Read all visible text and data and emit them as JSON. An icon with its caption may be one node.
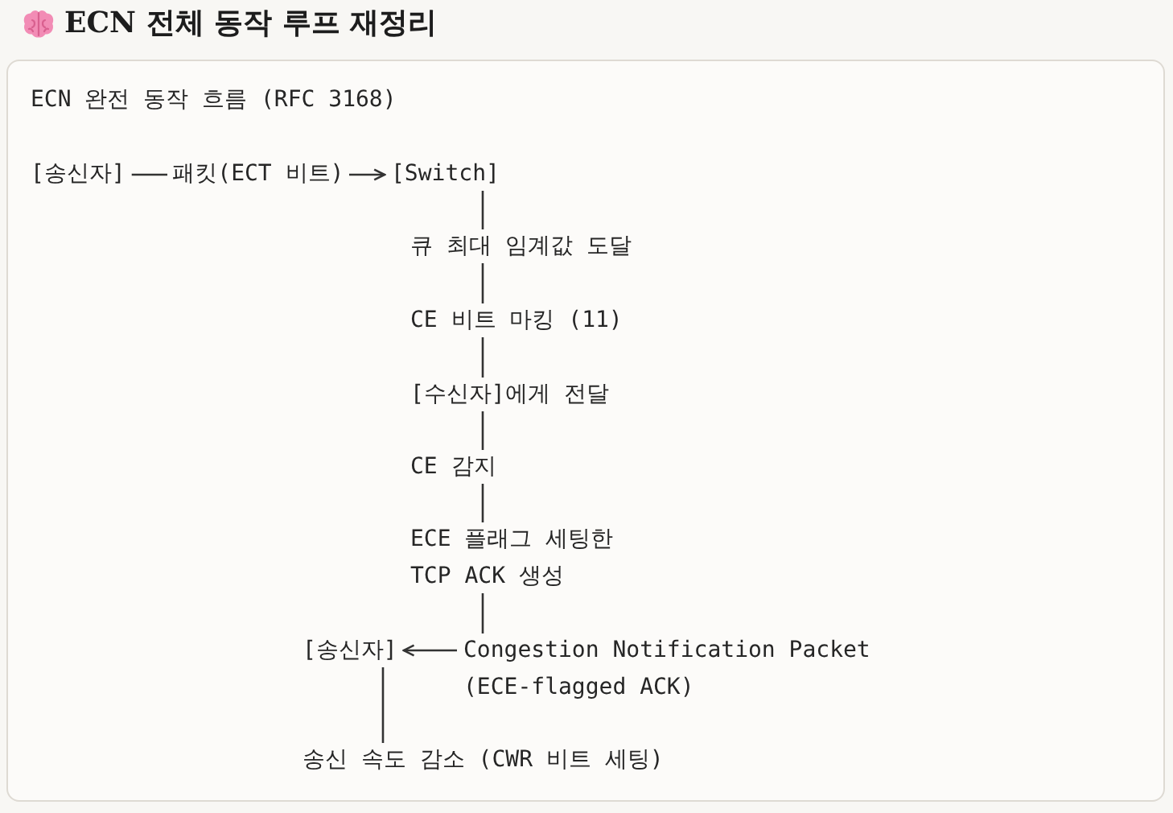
{
  "diagram": {
    "title": "ECN 전체 동작 루프 재정리",
    "nodes": [
      {
        "text": [
          "[송신자]"
        ]
      },
      {
        "text": [
          "[Switch]"
        ]
      },
      {
        "text": [
          "큐 최대 임계값 도달"
        ]
      },
      {
        "text": [
          "CE 비트 마킹 (11)"
        ]
      },
      {
        "text": [
          "[수신자]에게 전달"
        ]
      },
      {
        "text": [
          "CE 감지"
        ]
      },
      {
        "text": [
          "ECE 플래그 세팅한 TCP ACK 생성"
        ]
      },
      {
        "text": [
          "Congestion Notification Packet (ECE-flagged ACK)"
        ]
      },
      {
        "text": [
          "[송신자]"
        ]
      },
      {
        "text": [
          "송신 속도 감소 (CWR 비트 세팅)"
        ]
      }
    ],
    "edges": [
      {
        "from": 0,
        "to": 1,
        "arrow": "to",
        "label": "패킷(ECT 비트)"
      },
      {
        "from": 1,
        "to": 2,
        "arrow": "none"
      },
      {
        "from": 2,
        "to": 3,
        "arrow": "none"
      },
      {
        "from": 3,
        "to": 4,
        "arrow": "none"
      },
      {
        "from": 4,
        "to": 5,
        "arrow": "none"
      },
      {
        "from": 5,
        "to": 6,
        "arrow": "none"
      },
      {
        "from": 6,
        "to": 7,
        "arrow": "none"
      },
      {
        "from": 7,
        "to": 8,
        "arrow": "to"
      },
      {
        "from": 8,
        "to": 9,
        "arrow": "none"
      }
    ],
    "labels": [
      "ECN 완전 동작 흐름 (RFC 3168)"
    ]
  }
}
